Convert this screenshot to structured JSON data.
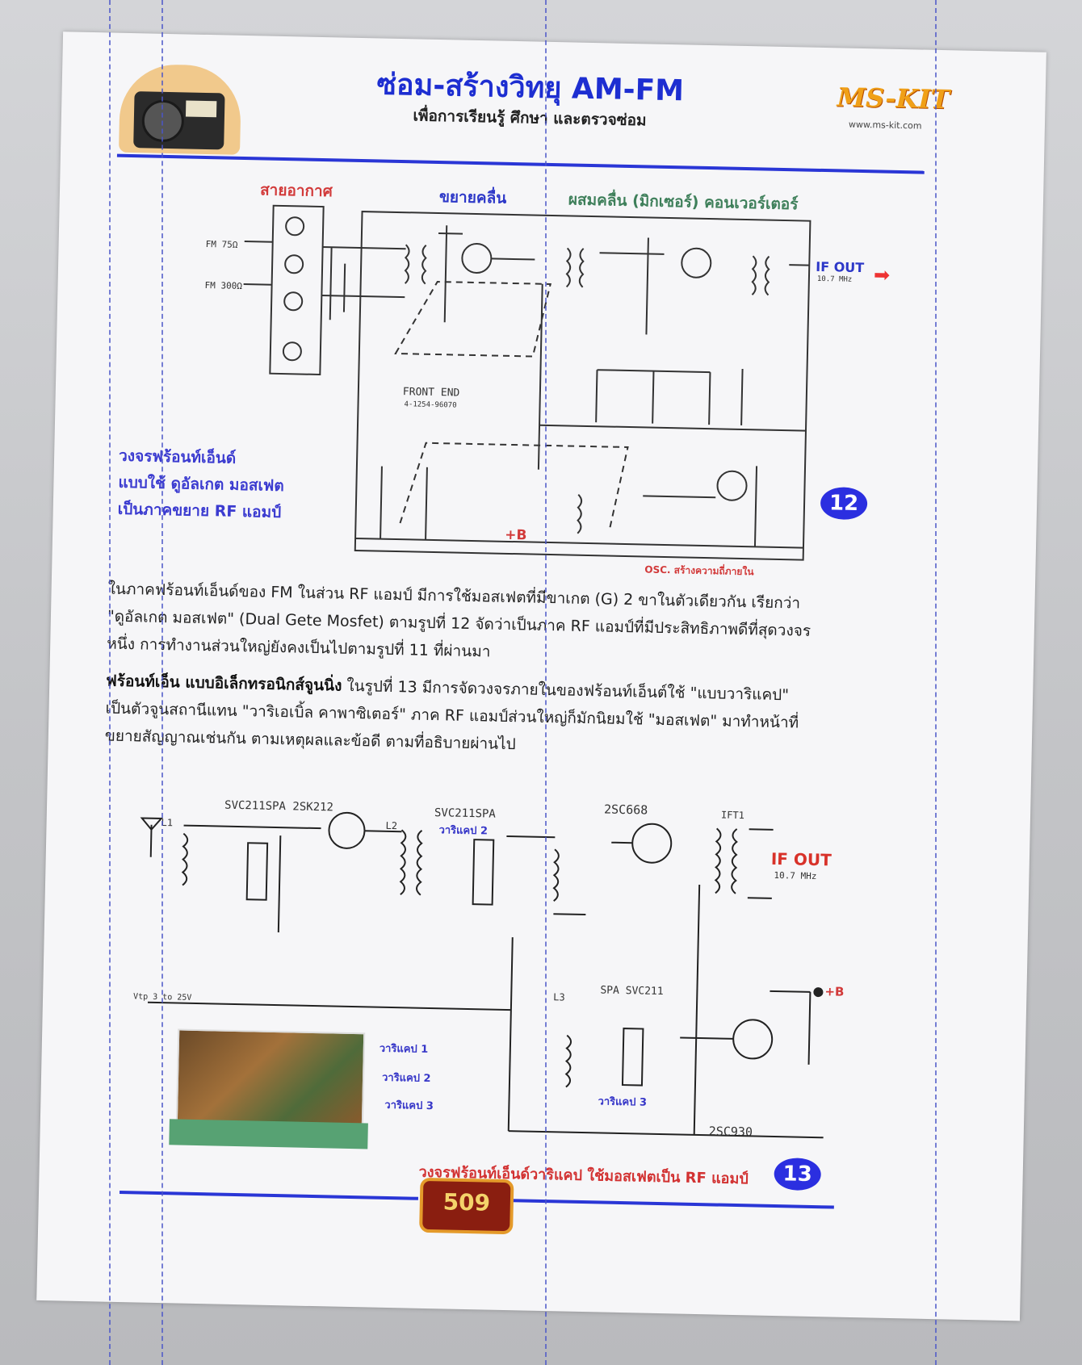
{
  "header": {
    "title": "ซ่อม-สร้างวิทยุ AM-FM",
    "subtitle": "เพื่อการเรียนรู้ ศึกษา และตรวจซ่อม",
    "logo": "MS-KIT",
    "url": "www.ms-kit.com"
  },
  "figure12": {
    "label_antenna": "สายอากาศ",
    "label_amp": "ขยายคลื่น",
    "label_mixer": "ผสมคลื่น (มิกเซอร์) คอนเวอร์เตอร์",
    "front_end": "FRONT END",
    "front_end_code": "4-1254-96070",
    "fm_75": "FM 75Ω",
    "fm_300": "FM 300Ω",
    "if_out": "IF OUT",
    "if_freq": "10.7 MHz",
    "plus_b": "+B",
    "osc_caption": "OSC. สร้างความถี่ภายใน",
    "side_note": [
      "วงจรฟร้อนท์เอ็นด์",
      "แบบใช้ ดูอัลเกต มอสเฟต",
      "เป็นภาคขยาย RF แอมป์"
    ],
    "number": "12"
  },
  "paragraph1": [
    "ในภาคฟร้อนท์เอ็นด์ของ FM ในส่วน RF แอมป์ มีการใช้มอสเฟตที่มีขาเกต (G) 2 ขาในตัวเดียวกัน เรียกว่า",
    "\"ดูอัลเกต มอสเฟต\" (Dual Gete Mosfet) ตามรูปที่ 12 จัดว่าเป็นภาค RF แอมป์ที่มีประสิทธิภาพดีที่สุดวงจร",
    "หนึ่ง การทำงานส่วนใหญ่ยังคงเป็นไปตามรูปที่ 11 ที่ผ่านมา"
  ],
  "paragraph2": {
    "lead": "ฟร้อนท์เอ็น แบบอิเล็กทรอนิกส์จูนนิ่ง",
    "lines": [
      "ในรูปที่ 13 มีการจัดวงจรภายในของฟร้อนท์เอ็นต์ใช้ \"แบบวาริแคป\"",
      "เป็นตัวจูนสถานีแทน \"วาริเอเบิ้ล คาพาซิเตอร์\" ภาค RF แอมป์ส่วนใหญ่ก็มักนิยมใช้ \"มอสเฟต\" มาทำหน้าที่",
      "ขยายสัญญาณเช่นกัน ตามเหตุผลและข้อดี ตามที่อธิบายผ่านไป"
    ]
  },
  "figure13": {
    "part1": "SVC211SPA 2SK212",
    "part2": "SVC211SPA",
    "part3": "2SC668",
    "part4": "SPA SVC211",
    "part5": "2SC930",
    "varicap2": "วาริแคป 2",
    "varicap3": "วาริแคป 3",
    "ifout": "IF OUT",
    "if_freq": "10.7 MHz",
    "plus_b": "+B",
    "ifft": "IFT1",
    "l1": "L1",
    "l2": "L2",
    "l3": "L3",
    "vtp": "Vtp 3 to 25V",
    "photo_labels": [
      "วาริแคป 1",
      "วาริแคป 2",
      "วาริแคป 3"
    ],
    "caption": "วงจรฟร้อนท์เอ็นด์วาริแคป ใช้มอสเฟตเป็น RF แอมป์",
    "number": "13"
  },
  "footer": {
    "page_number": "509"
  }
}
